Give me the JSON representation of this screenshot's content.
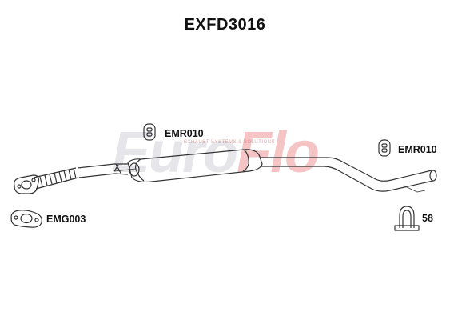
{
  "part_number": "EXFD3016",
  "watermark": {
    "part1": "Euro",
    "part2": "Flo",
    "tagline": "EXHAUST SYSTEMS & SOLUTIONS"
  },
  "components": [
    {
      "code": "EMR010",
      "kind": "rubber-hanger"
    },
    {
      "code": "EMR010",
      "kind": "rubber-hanger"
    },
    {
      "code": "EMG003",
      "kind": "flange-gasket"
    },
    {
      "code": "58",
      "kind": "u-bolt-clamp"
    }
  ],
  "colors": {
    "line": "#333333",
    "watermark_red": "#e15a5a"
  }
}
